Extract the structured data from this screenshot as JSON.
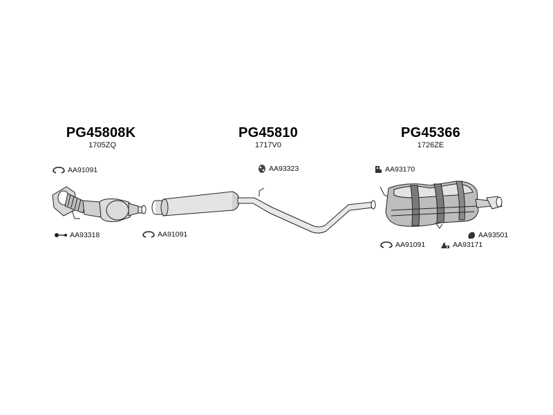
{
  "groups": [
    {
      "title": "PG45808K",
      "code": "1705ZQ"
    },
    {
      "title": "PG45810",
      "code": "1717V0"
    },
    {
      "title": "PG45366",
      "code": "1726ZE"
    }
  ],
  "accessories": {
    "a1": {
      "code": "AA91091",
      "icon": "clamp-icon"
    },
    "a2": {
      "code": "AA93318",
      "icon": "bolt-icon"
    },
    "a3": {
      "code": "AA91091",
      "icon": "clamp-icon"
    },
    "a4": {
      "code": "AA93323",
      "icon": "rubber-hanger-icon"
    },
    "a5": {
      "code": "AA93170",
      "icon": "bracket-icon"
    },
    "a6": {
      "code": "AA93501",
      "icon": "mount-icon"
    },
    "a7": {
      "code": "AA91091",
      "icon": "clamp-icon"
    },
    "a8": {
      "code": "AA93171",
      "icon": "bracket-icon"
    }
  },
  "parts": [
    {
      "name": "catalytic-converter"
    },
    {
      "name": "middle-silencer-pipe"
    },
    {
      "name": "rear-silencer"
    }
  ],
  "colors": {
    "line": "#222222",
    "fill_light": "#e6e6e6",
    "fill_mid": "#bdbdbd",
    "fill_dark": "#7a7a7a"
  }
}
